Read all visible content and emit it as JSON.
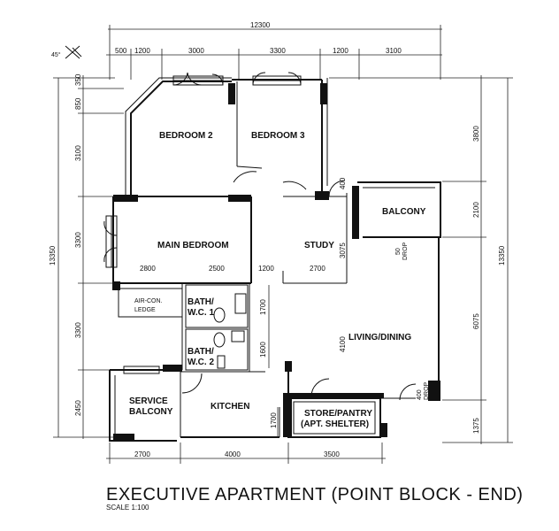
{
  "title": "EXECUTIVE APARTMENT (POINT BLOCK - END)",
  "scale": "SCALE 1:100",
  "north_mark": "45°",
  "rooms": {
    "bedroom2": "BEDROOM 2",
    "bedroom3": "BEDROOM 3",
    "balcony": "BALCONY",
    "main_bedroom": "MAIN BEDROOM",
    "study": "STUDY",
    "aircon_1": "AIR-CON.",
    "aircon_2": "LEDGE",
    "bath1_1": "BATH/",
    "bath1_2": "W.C. 1",
    "bath2_1": "BATH/",
    "bath2_2": "W.C. 2",
    "living": "LIVING/DINING",
    "service_1": "SERVICE",
    "service_2": "BALCONY",
    "kitchen": "KITCHEN",
    "store_1": "STORE/PANTRY",
    "store_2": "(APT. SHELTER)"
  },
  "drop_labels": {
    "drop1_value": "50",
    "drop1_word": "DROP",
    "drop2_value": "400",
    "drop2_word": "DROP"
  },
  "dimensions": {
    "top_total": "12300",
    "top_500": "500",
    "top_1200a": "1200",
    "top_3000": "3000",
    "top_3300": "3300",
    "top_1200b": "1200",
    "top_3100": "3100",
    "left_350": "350",
    "left_850": "850",
    "left_3100": "3100",
    "left_3300a": "3300",
    "left_3300b": "3300",
    "left_2450": "2450",
    "left_total": "13350",
    "right_3800": "3800",
    "right_2100": "2100",
    "right_6075": "6075",
    "right_1375": "1375",
    "right_total": "13350",
    "mid_2800": "2800",
    "mid_2500": "2500",
    "mid_1200": "1200",
    "mid_2700": "2700",
    "mid_3075": "3075",
    "mid_400": "400",
    "mid_1700a": "1700",
    "mid_1600": "1600",
    "mid_1700b": "1700",
    "mid_4100": "4100",
    "bottom_2700": "2700",
    "bottom_4000": "4000",
    "bottom_3500": "3500"
  }
}
